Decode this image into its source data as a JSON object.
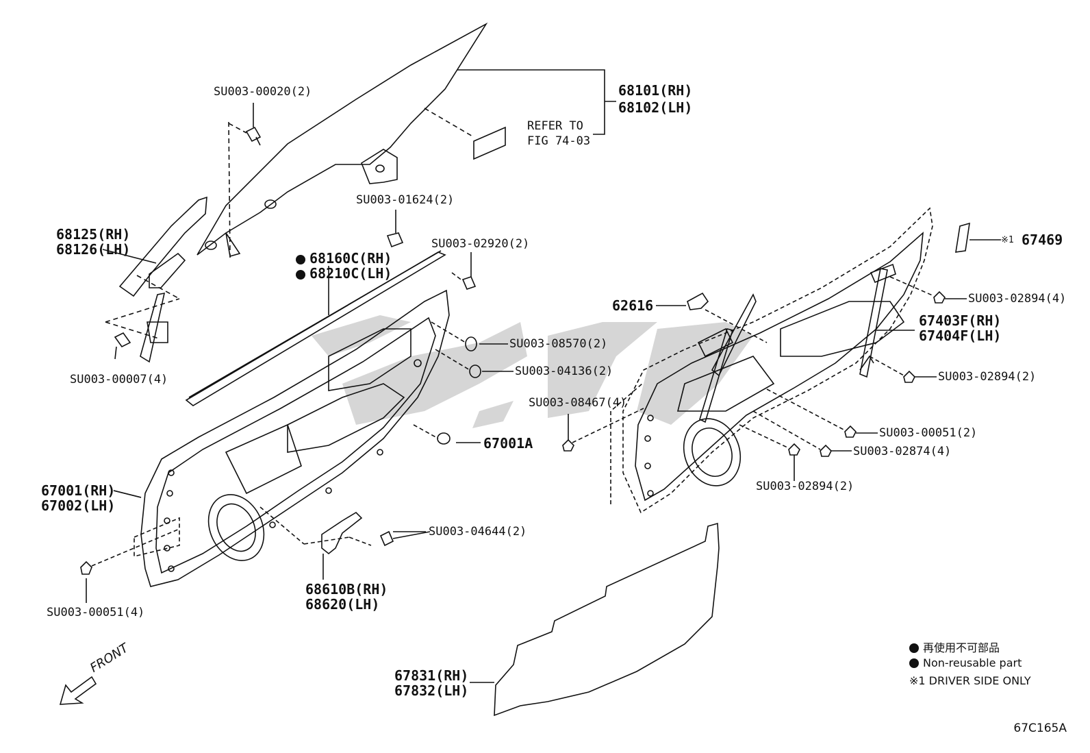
{
  "labels": {
    "glass_rh": "68101(RH)",
    "glass_lh": "68102(LH)",
    "refer_1": "REFER TO",
    "refer_2": "FIG 74-03",
    "su_00020": "SU003-00020(2)",
    "su_01624": "SU003-01624(2)",
    "su_02920": "SU003-02920(2)",
    "guide_rh": "68125(RH)",
    "guide_lh": "68126(LH)",
    "weather_rh": "68160C(RH)",
    "weather_lh": "68210C(LH)",
    "su_00007": "SU003-00007(4)",
    "su_08570": "SU003-08570(2)",
    "su_04136": "SU003-04136(2)",
    "p_67001a": "67001A",
    "door_rh": "67001(RH)",
    "door_lh": "67002(LH)",
    "su_00051_4": "SU003-00051(4)",
    "su_04644": "SU003-04644(2)",
    "check_rh": "68610B(RH)",
    "check_lh": "68620(LH)",
    "seal_rh": "67831(RH)",
    "seal_lh": "67832(LH)",
    "p_62616": "62616",
    "su_08467": "SU003-08467(4)",
    "p_67469": "67469",
    "driver_mark": "※1",
    "su_02894_4": "SU003-02894(4)",
    "reg_rh": "67403F(RH)",
    "reg_lh": "67404F(LH)",
    "su_02894_2a": "SU003-02894(2)",
    "su_00051_2": "SU003-00051(2)",
    "su_02874": "SU003-02874(4)",
    "su_02894_2b": "SU003-02894(2)"
  },
  "legend": {
    "jp": "再使用不可部品",
    "en": "Non-reusable part",
    "driver": "※1 DRIVER SIDE ONLY"
  },
  "front_label": "FRONT",
  "figure_id": "67C165A",
  "colors": {
    "line": "#111111",
    "watermark": "#cfcfcf"
  }
}
